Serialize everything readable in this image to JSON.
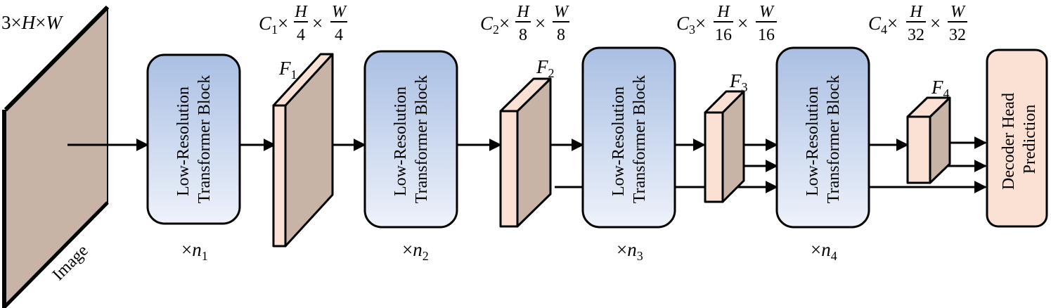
{
  "input": {
    "dim_label": "3×H×W",
    "dim_prefix": "3×",
    "dim_h": "H",
    "dim_times": "×",
    "dim_w": "W",
    "image_label": "Image"
  },
  "blocks": [
    {
      "line1": "Low-Resolution",
      "line2": "Transformer Block",
      "times": "×",
      "n": "n",
      "sub": "1"
    },
    {
      "line1": "Low-Resolution",
      "line2": "Transformer Block",
      "times": "×",
      "n": "n",
      "sub": "2"
    },
    {
      "line1": "Low-Resolution",
      "line2": "Transformer Block",
      "times": "×",
      "n": "n",
      "sub": "3"
    },
    {
      "line1": "Low-Resolution",
      "line2": "Transformer Block",
      "times": "×",
      "n": "n",
      "sub": "4"
    }
  ],
  "features": [
    {
      "name": "F",
      "sub": "1",
      "C": "C",
      "csub": "1",
      "times": "×",
      "H": "H",
      "W": "W",
      "den": "4"
    },
    {
      "name": "F",
      "sub": "2",
      "C": "C",
      "csub": "2",
      "times": "×",
      "H": "H",
      "W": "W",
      "den": "8"
    },
    {
      "name": "F",
      "sub": "3",
      "C": "C",
      "csub": "3",
      "times": "×",
      "H": "H",
      "W": "W",
      "den": "16"
    },
    {
      "name": "F",
      "sub": "4",
      "C": "C",
      "csub": "4",
      "times": "×",
      "H": "H",
      "W": "W",
      "den": "32"
    }
  ],
  "decoder": {
    "line1": "Decoder Head",
    "line2": "Prediction"
  },
  "colors": {
    "block_top": "#a9bfe3",
    "block_bottom": "#eef2fa",
    "feature_front": "#fbe0d4",
    "feature_side": "#c8b3a7",
    "image_face": "#c8b3a7",
    "decoder_fill": "#fbe0d4",
    "stroke": "#000000"
  }
}
